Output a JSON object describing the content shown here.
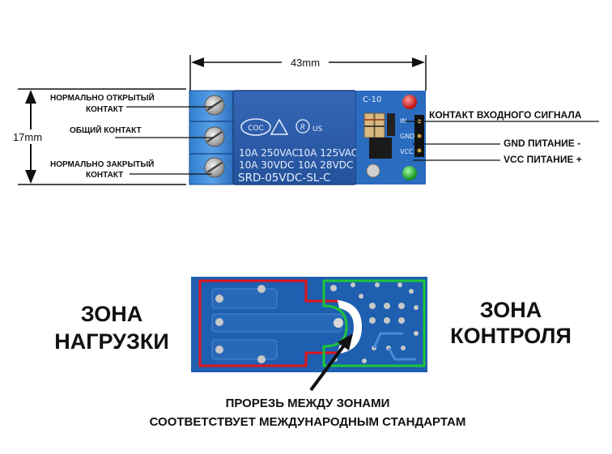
{
  "dimensions": {
    "width_label": "43mm",
    "height_label": "17mm"
  },
  "left_labels": {
    "no_line1": "НОРМАЛЬНО ОТКРЫТЫЙ",
    "no_line2": "КОНТАКТ",
    "com": "ОБЩИЙ КОНТАКТ",
    "nc_line1": "НОРМАЛЬНО ЗАКРЫТЫЙ",
    "nc_line2": "КОНТАКТ"
  },
  "right_labels": {
    "in": "КОНТАКТ ВХОДНОГО СИГНАЛА",
    "gnd": "GND ПИТАНИЕ -",
    "vcc": "VCC ПИТАНИЕ +"
  },
  "relay": {
    "brand": "COC",
    "rating1a": "10A 250VAC",
    "rating1b": "10A 125VAC",
    "rating2a": "10A  30VDC",
    "rating2b": "10A  28VDC",
    "model": "SRD-05VDC-SL-C",
    "us_mark": "US",
    "board_mark": "C-10"
  },
  "pins": {
    "in": "IN",
    "gnd": "GND",
    "vcc": "VCC"
  },
  "zones": {
    "load_line1": "ЗОНА",
    "load_line2": "НАГРУЗКИ",
    "control_line1": "ЗОНА",
    "control_line2": "КОНТРОЛЯ"
  },
  "caption": {
    "line1": "ПРОРЕЗЬ МЕЖДУ ЗОНАМИ",
    "line2": "СООТВЕТСТВУЕТ МЕЖДУНАРОДНЫМ СТАНДАРТАМ"
  },
  "colors": {
    "board_blue": "#1e5fb0",
    "relay_blue": "#2a5aa8",
    "load_zone_border": "#e0141c",
    "control_zone_border": "#1cc43a"
  }
}
